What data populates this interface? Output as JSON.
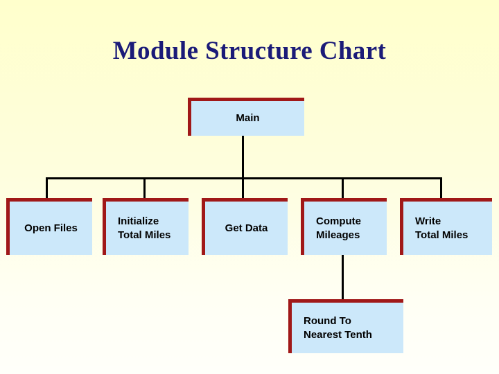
{
  "slide": {
    "title": "Module Structure Chart",
    "background_top_color": "#ffffcc",
    "background_bottom_color": "#fffffa",
    "title_color": "#1b1b78"
  },
  "style": {
    "box_fill_color": "#cce8fa",
    "box_border_color": "#a01818",
    "connector_color": "#000000",
    "box_text_color": "#000000"
  },
  "chart_data": {
    "type": "diagram",
    "diagram_kind": "structure-chart",
    "title": "Module Structure Chart",
    "root": "Main",
    "nodes": [
      {
        "id": "main",
        "label": "Main",
        "level": 0,
        "text_align": "center"
      },
      {
        "id": "open-files",
        "label": "Open Files",
        "level": 1,
        "text_align": "center"
      },
      {
        "id": "initialize-total-miles",
        "label": "Initialize\nTotal Miles",
        "level": 1,
        "text_align": "left"
      },
      {
        "id": "get-data",
        "label": "Get Data",
        "level": 1,
        "text_align": "center"
      },
      {
        "id": "compute-mileages",
        "label": "Compute\nMileages",
        "level": 1,
        "text_align": "left"
      },
      {
        "id": "write-total-miles",
        "label": "Write\nTotal Miles",
        "level": 1,
        "text_align": "left"
      },
      {
        "id": "round-to-nearest-tenth",
        "label": "Round To\nNearest Tenth",
        "level": 2,
        "text_align": "left"
      }
    ],
    "edges": [
      {
        "from": "main",
        "to": "open-files"
      },
      {
        "from": "main",
        "to": "initialize-total-miles"
      },
      {
        "from": "main",
        "to": "get-data"
      },
      {
        "from": "main",
        "to": "compute-mileages"
      },
      {
        "from": "main",
        "to": "write-total-miles"
      },
      {
        "from": "compute-mileages",
        "to": "round-to-nearest-tenth"
      }
    ]
  },
  "boxes": {
    "main": {
      "label": "Main"
    },
    "open_files": {
      "label": "Open Files"
    },
    "initialize_total_miles": {
      "label": "Initialize\nTotal Miles"
    },
    "get_data": {
      "label": "Get Data"
    },
    "compute_mileages": {
      "label": "Compute\nMileages"
    },
    "write_total_miles": {
      "label": "Write\nTotal Miles"
    },
    "round_to_nearest_tenth": {
      "label": "Round To\nNearest Tenth"
    }
  }
}
